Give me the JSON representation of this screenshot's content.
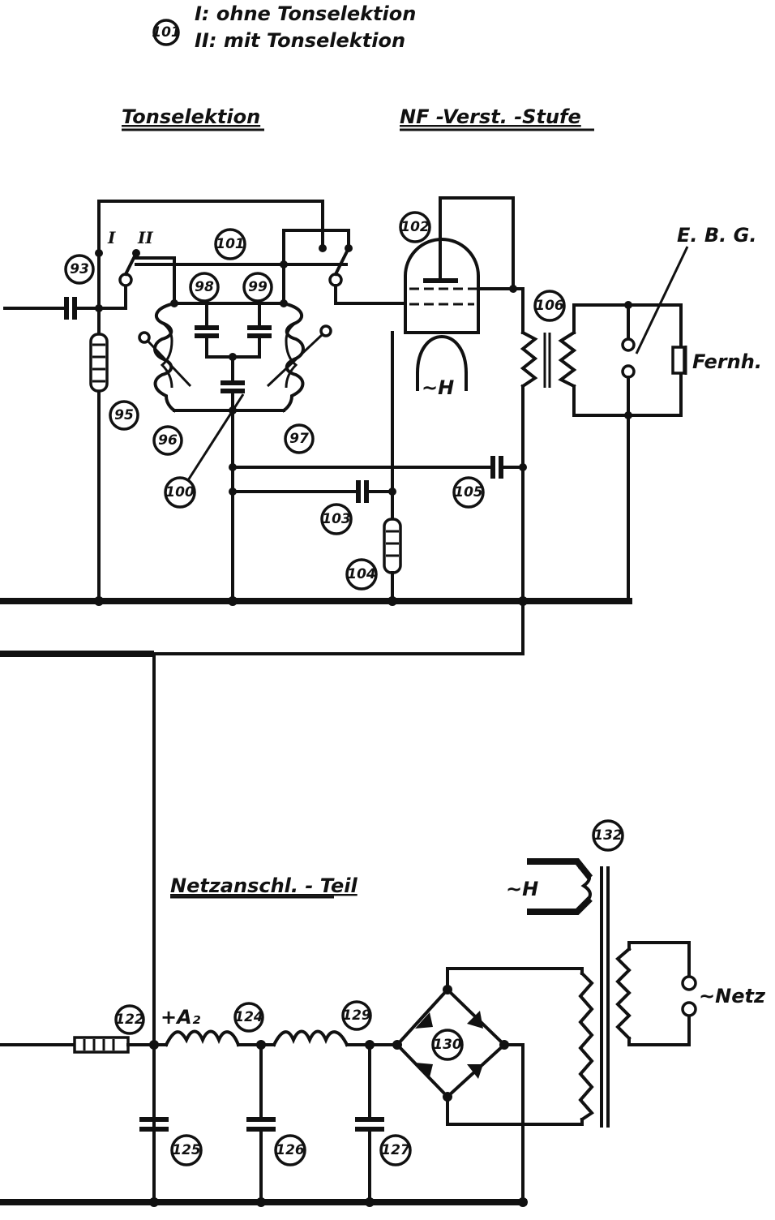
{
  "legend": {
    "ref": "101",
    "line1": "I: ohne Tonselektion",
    "line2": "II: mit  Tonselektion"
  },
  "sections": {
    "tonselektion": "Tonselektion",
    "nf_stufe": "NF -Verst. -Stufe",
    "netzteil": "Netzanschl. - Teil"
  },
  "labels": {
    "switch_1": "I",
    "switch_2": "II",
    "ebg": "E. B. G.",
    "fernh": "Fernh.",
    "heater_tube": "~H",
    "heater_trafo": "~H",
    "netz": "~Netz",
    "plus_a2": "+A₂"
  },
  "refs": {
    "r93": "93",
    "r95": "95",
    "r96": "96",
    "r97": "97",
    "r98": "98",
    "r99": "99",
    "r100": "100",
    "r101": "101",
    "r102": "102",
    "r103": "103",
    "r104": "104",
    "r105": "105",
    "r106": "106",
    "r122": "122",
    "r124": "124",
    "r125": "125",
    "r126": "126",
    "r127": "127",
    "r129": "129",
    "r130": "130",
    "r132": "132"
  }
}
